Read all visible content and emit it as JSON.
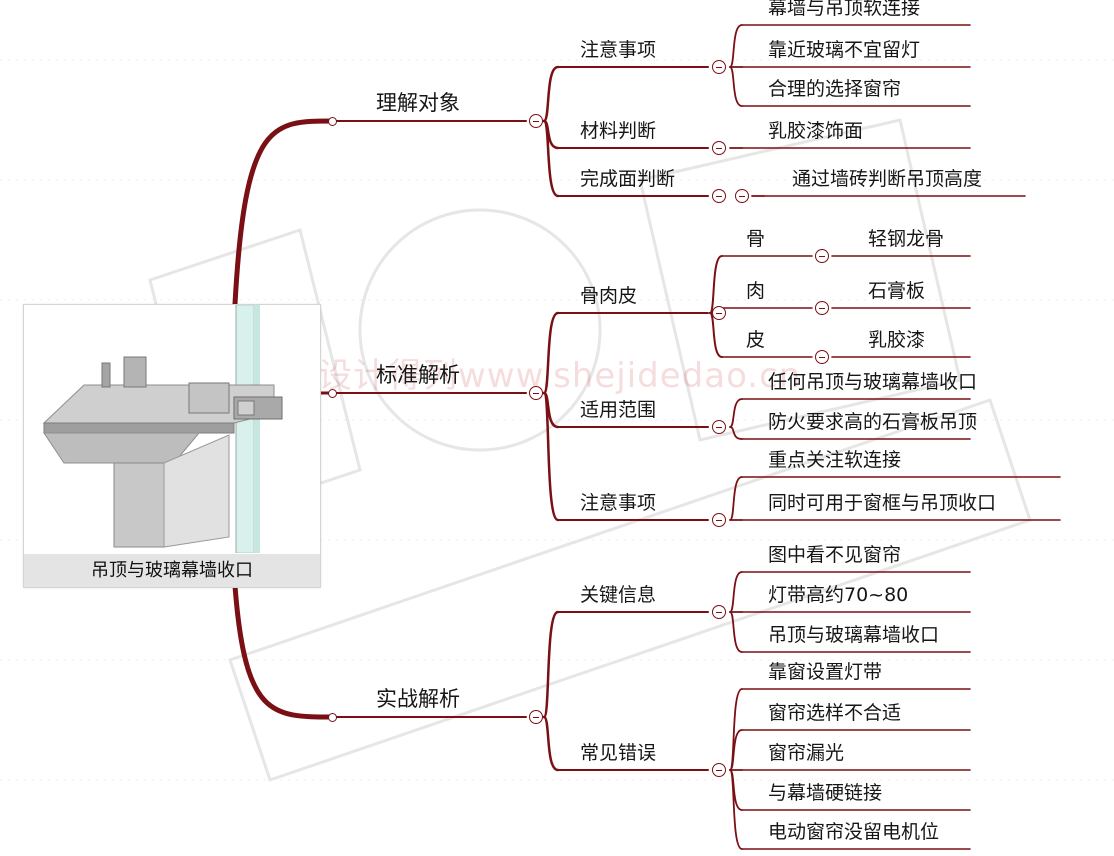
{
  "colors": {
    "branch": "#7a0f14",
    "underline": "#7a0f14",
    "text": "#161616"
  },
  "watermark": {
    "text": "设计得列www.shejidedao.cn"
  },
  "root": {
    "label": "吊顶与玻璃幕墙收口",
    "image_icon": "ceiling-curtain-wall-section-illustration"
  },
  "mindmap": {
    "branches": [
      {
        "label": "理解对象",
        "children": [
          {
            "label": "注意事项",
            "children": [
              "幕墙与吊顶软连接",
              "靠近玻璃不宜留灯",
              "合理的选择窗帘"
            ]
          },
          {
            "label": "材料判断",
            "children": [
              "乳胶漆饰面"
            ]
          },
          {
            "label": "完成面判断",
            "children": [
              "通过墙砖判断吊顶高度"
            ]
          }
        ]
      },
      {
        "label": "标准解析",
        "children": [
          {
            "label": "骨肉皮",
            "children": [
              {
                "label": "骨",
                "children": [
                  "轻钢龙骨"
                ]
              },
              {
                "label": "肉",
                "children": [
                  "石膏板"
                ]
              },
              {
                "label": "皮",
                "children": [
                  "乳胶漆"
                ]
              }
            ]
          },
          {
            "label": "适用范围",
            "children": [
              "任何吊顶与玻璃幕墙收口",
              "防火要求高的石膏板吊顶"
            ]
          },
          {
            "label": "注意事项",
            "children": [
              "重点关注软连接",
              "同时可用于窗框与吊顶收口"
            ]
          }
        ]
      },
      {
        "label": "实战解析",
        "children": [
          {
            "label": "关键信息",
            "children": [
              "图中看不见窗帘",
              "灯带高约70~80",
              "吊顶与玻璃幕墙收口"
            ]
          },
          {
            "label": "常见错误",
            "children": [
              "靠窗设置灯带",
              "窗帘选样不合适",
              "窗帘漏光",
              "与幕墙硬链接",
              "电动窗帘没留电机位"
            ]
          }
        ]
      }
    ]
  }
}
